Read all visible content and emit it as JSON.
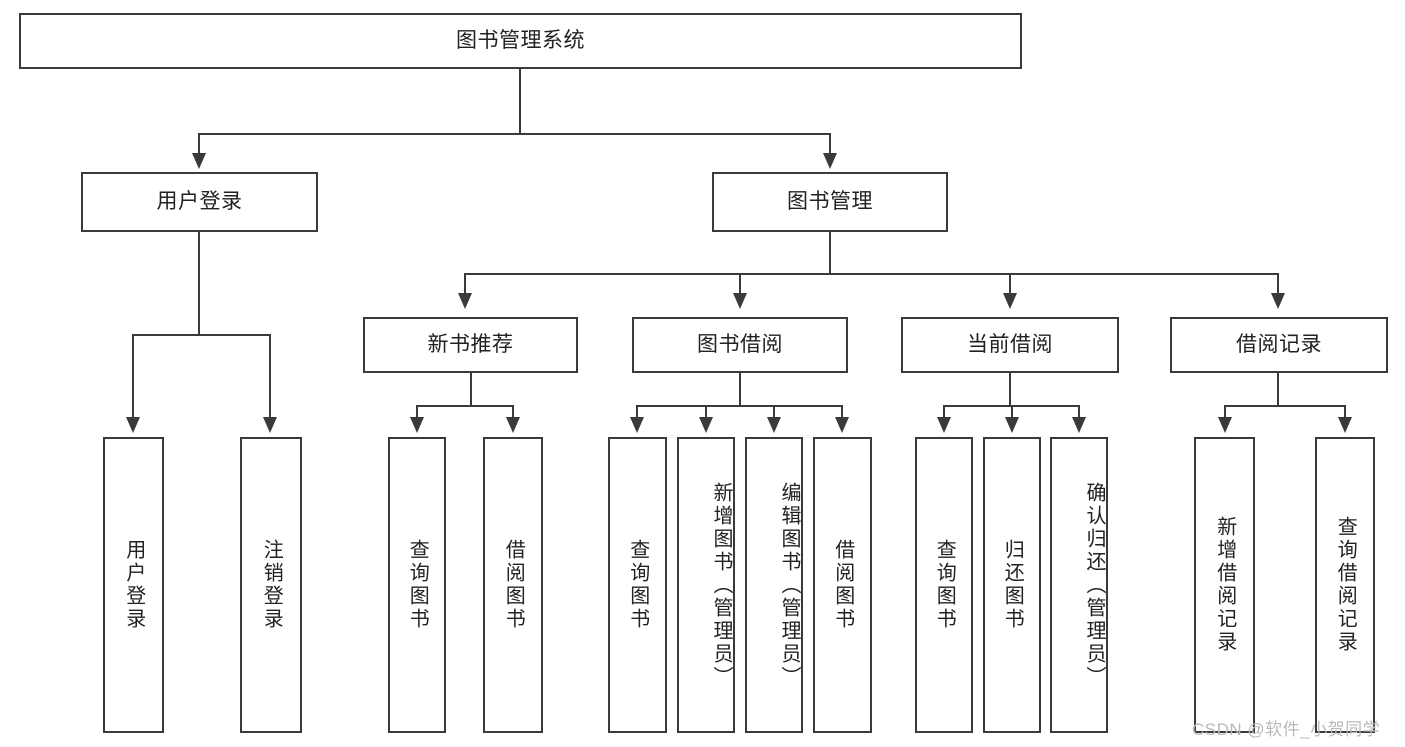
{
  "diagram": {
    "title": "图书管理系统",
    "type": "tree",
    "root": {
      "label": "图书管理系统"
    },
    "level2": [
      {
        "label": "用户登录"
      },
      {
        "label": "图书管理"
      }
    ],
    "level3": [
      {
        "label": "新书推荐"
      },
      {
        "label": "图书借阅"
      },
      {
        "label": "当前借阅"
      },
      {
        "label": "借阅记录"
      }
    ],
    "leaves": {
      "user_login": [
        {
          "label": "用户登录"
        },
        {
          "label": "注销登录"
        }
      ],
      "new_book_recommend": [
        {
          "label": "查询图书"
        },
        {
          "label": "借阅图书"
        }
      ],
      "book_borrow": [
        {
          "label": "查询图书"
        },
        {
          "label": "新增图书（管理员）"
        },
        {
          "label": "编辑图书（管理员）"
        },
        {
          "label": "借阅图书"
        }
      ],
      "current_borrow": [
        {
          "label": "查询图书"
        },
        {
          "label": "归还图书"
        },
        {
          "label": "确认归还（管理员）"
        }
      ],
      "borrow_record": [
        {
          "label": "新增借阅记录"
        },
        {
          "label": "查询借阅记录"
        }
      ]
    }
  },
  "watermark": {
    "text": "CSDN @软件_小贺同学"
  },
  "colors": {
    "stroke": "#3a3a3a",
    "text": "#222222",
    "background": "#ffffff",
    "watermark": "#b9b9b9"
  }
}
